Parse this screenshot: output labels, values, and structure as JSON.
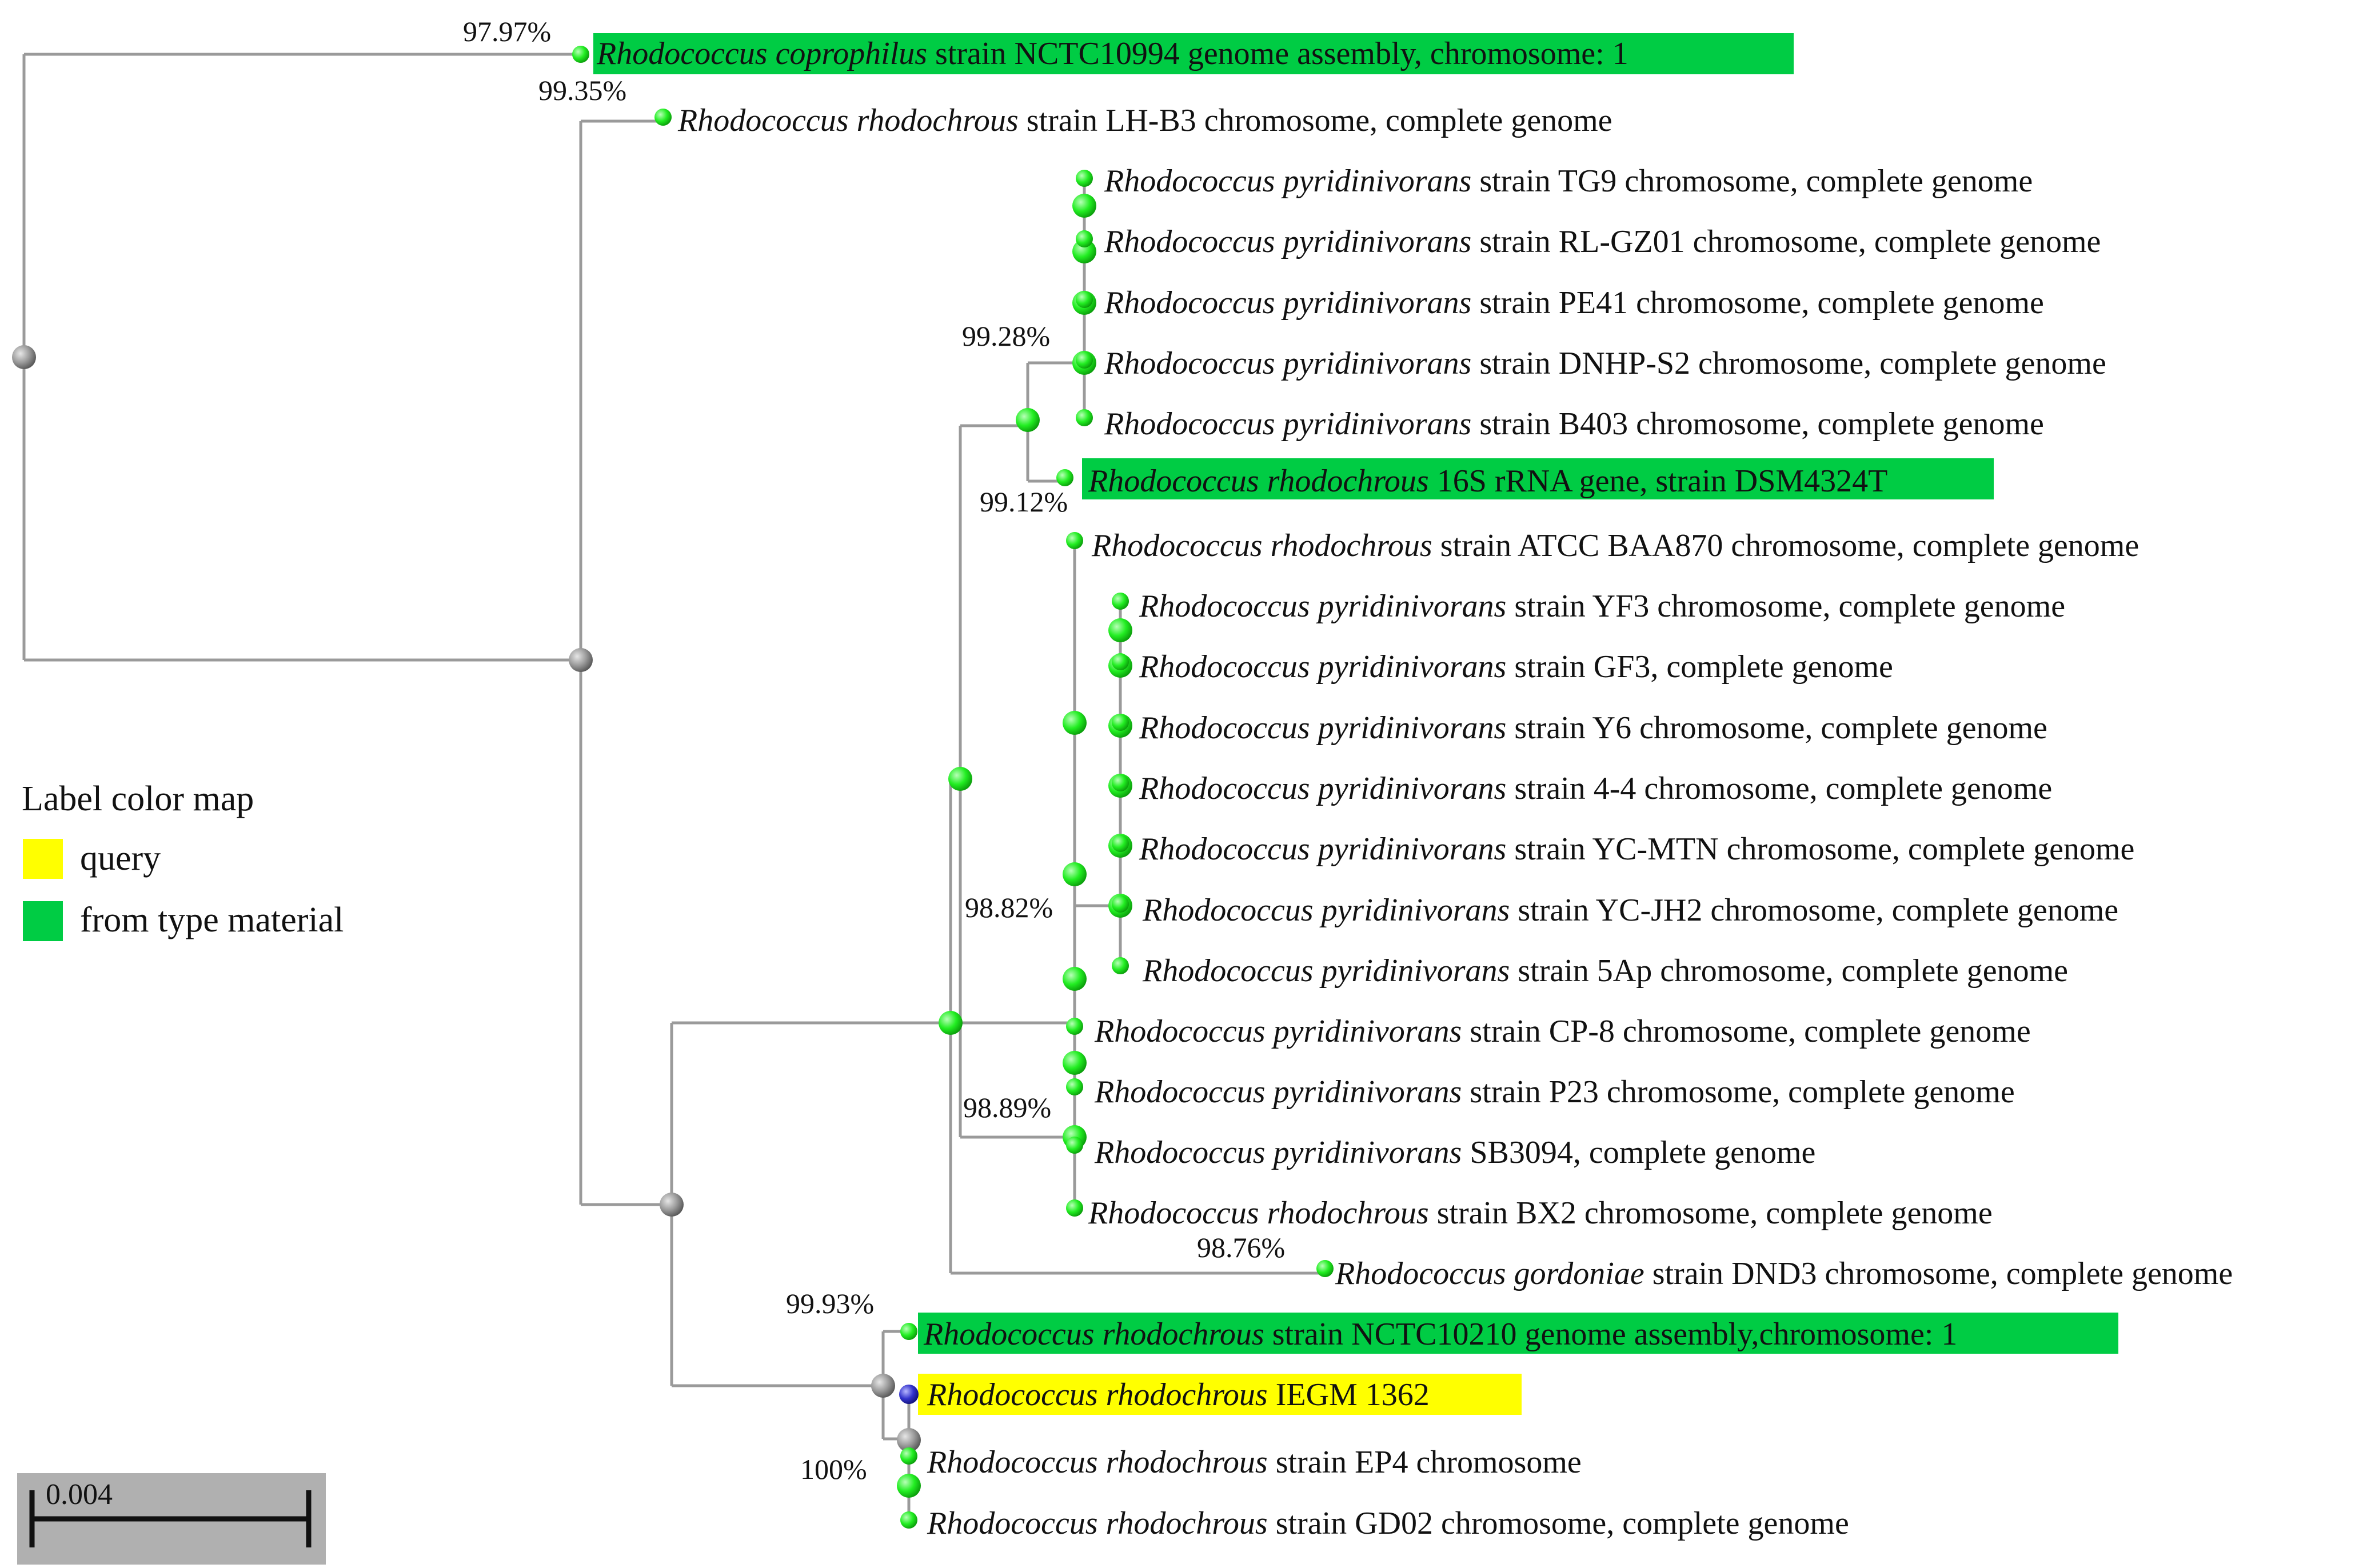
{
  "colors": {
    "query": "#ffff00",
    "type_material": "#00cc44",
    "leaf_node": "#22ee22",
    "internal_node": "#9a9a9a",
    "query_node": "#3333cc",
    "branch": "#9a9a9a",
    "scale_bg": "#b0b0b0"
  },
  "legend": {
    "title": "Label color map",
    "items": [
      {
        "label": "query",
        "color": "#ffff00"
      },
      {
        "label": "from type material",
        "color": "#00cc44"
      }
    ]
  },
  "scale_bar": {
    "label": "0.004"
  },
  "tree": {
    "leaves": [
      {
        "genus": "Rhodococcus coprophilus",
        "rest": " strain NCTC10994 genome assembly, chromosome: 1",
        "highlight": "type"
      },
      {
        "genus": "Rhodococcus rhodochrous",
        "rest": " strain LH-B3 chromosome, complete genome",
        "highlight": ""
      },
      {
        "genus": "Rhodococcus pyridinivorans",
        "rest": " strain TG9 chromosome, complete genome",
        "highlight": ""
      },
      {
        "genus": "Rhodococcus pyridinivorans",
        "rest": " strain RL-GZ01 chromosome, complete genome",
        "highlight": ""
      },
      {
        "genus": "Rhodococcus pyridinivorans",
        "rest": " strain PE41 chromosome, complete genome",
        "highlight": ""
      },
      {
        "genus": "Rhodococcus pyridinivorans",
        "rest": " strain DNHP-S2 chromosome, complete genome",
        "highlight": ""
      },
      {
        "genus": "Rhodococcus pyridinivorans",
        "rest": " strain B403 chromosome, complete genome",
        "highlight": ""
      },
      {
        "genus": "Rhodococcus rhodochrous",
        "rest": " 16S rRNA gene, strain DSM4324T",
        "highlight": "type"
      },
      {
        "genus": "Rhodococcus rhodochrous",
        "rest": " strain ATCC BAA870 chromosome, complete genome",
        "highlight": ""
      },
      {
        "genus": "Rhodococcus pyridinivorans",
        "rest": " strain YF3 chromosome, complete genome",
        "highlight": ""
      },
      {
        "genus": "Rhodococcus pyridinivorans",
        "rest": " strain GF3, complete genome",
        "highlight": ""
      },
      {
        "genus": "Rhodococcus pyridinivorans",
        "rest": " strain Y6 chromosome, complete genome",
        "highlight": ""
      },
      {
        "genus": "Rhodococcus pyridinivorans",
        "rest": " strain 4-4 chromosome, complete genome",
        "highlight": ""
      },
      {
        "genus": "Rhodococcus pyridinivorans",
        "rest": " strain YC-MTN chromosome, complete genome",
        "highlight": ""
      },
      {
        "genus": "Rhodococcus pyridinivorans",
        "rest": " strain YC-JH2 chromosome, complete genome",
        "highlight": ""
      },
      {
        "genus": "Rhodococcus pyridinivorans",
        "rest": " strain 5Ap chromosome, complete genome",
        "highlight": ""
      },
      {
        "genus": "Rhodococcus pyridinivorans",
        "rest": " strain CP-8 chromosome, complete genome",
        "highlight": ""
      },
      {
        "genus": "Rhodococcus pyridinivorans",
        "rest": " strain P23 chromosome, complete genome",
        "highlight": ""
      },
      {
        "genus": "Rhodococcus pyridinivorans",
        "rest": " SB3094, complete genome",
        "highlight": ""
      },
      {
        "genus": "Rhodococcus rhodochrous",
        "rest": "  strain BX2 chromosome, complete genome",
        "highlight": ""
      },
      {
        "genus": "Rhodococcus gordoniae",
        "rest": " strain DND3 chromosome, complete genome",
        "highlight": ""
      },
      {
        "genus": "Rhodococcus rhodochrous",
        "rest": " strain NCTC10210 genome assembly,chromosome: 1",
        "highlight": "type"
      },
      {
        "genus": "Rhodococcus rhodochrous",
        "rest": " IEGM 1362",
        "highlight": "query"
      },
      {
        "genus": "Rhodococcus rhodochrous",
        "rest": " strain EP4 chromosome",
        "highlight": ""
      },
      {
        "genus": "Rhodococcus rhodochrous",
        "rest": " strain GD02 chromosome, complete genome",
        "highlight": ""
      }
    ],
    "support_labels": [
      "97.97%",
      "99.35%",
      "99.28%",
      "99.12%",
      "98.82%",
      "98.89%",
      "98.76%",
      "99.93%",
      "100%"
    ]
  }
}
